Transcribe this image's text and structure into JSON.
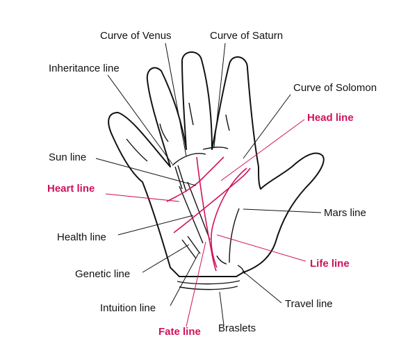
{
  "labels": {
    "curve_of_venus": "Curve of Venus",
    "curve_of_saturn": "Curve of Saturn",
    "inheritance_line": "Inheritance line",
    "curve_of_solomon": "Curve of Solomon",
    "head_line": "Head line",
    "sun_line": "Sun line",
    "heart_line": "Heart line",
    "mars_line": "Mars line",
    "health_line": "Health line",
    "life_line": "Life line",
    "genetic_line": "Genetic line",
    "travel_line": "Travel line",
    "intuition_line": "Intuition line",
    "fate_line": "Fate line",
    "braslets": "Braslets"
  },
  "colors": {
    "outline": "#111111",
    "highlight": "#d0125a",
    "text": "#111111",
    "background": "#ffffff"
  }
}
